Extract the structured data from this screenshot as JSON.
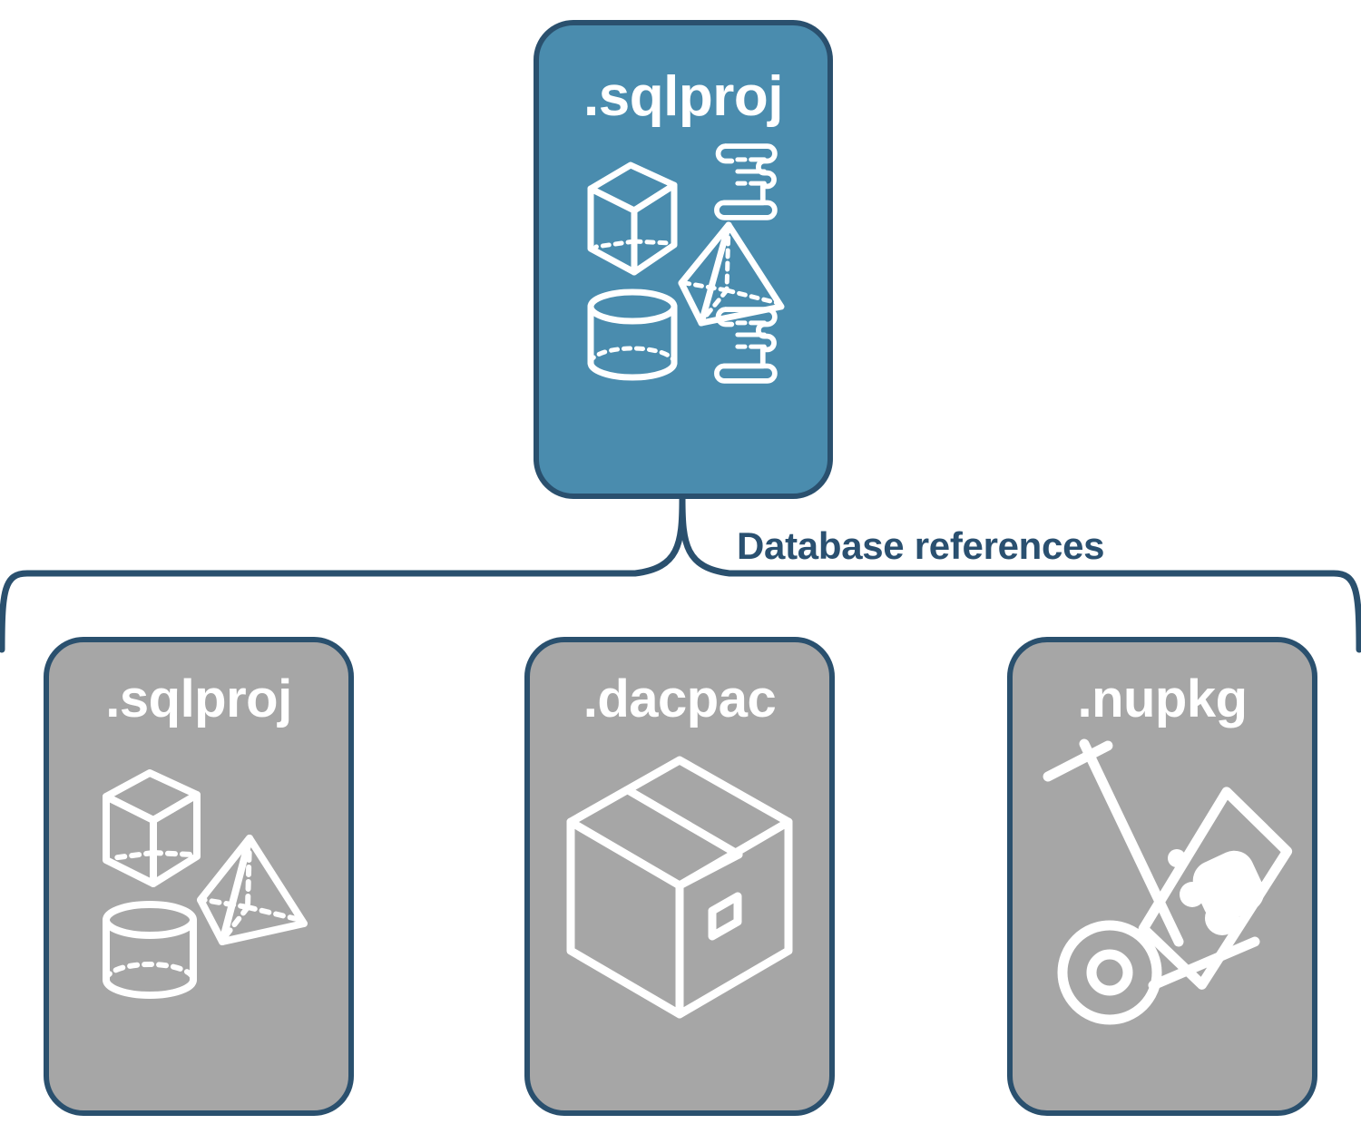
{
  "diagram": {
    "title_root": ".sqlproj",
    "connector_label": "Database references",
    "colors": {
      "primary_fill": "#4a8cae",
      "secondary_fill": "#a6a6a6",
      "stroke": "#2a506e",
      "label_text": "#2a5070",
      "icon_stroke": "#ffffff",
      "background": "#ffffff"
    }
  },
  "root_node": {
    "label": ".sqlproj",
    "icons": [
      "wireframe-cube-icon",
      "wireframe-pyramid-icon",
      "wireframe-cylinder-icon",
      "scroll-icon",
      "scroll-icon"
    ]
  },
  "references": [
    {
      "id": "sqlproj",
      "label": ".sqlproj",
      "icons": [
        "wireframe-cube-icon",
        "wireframe-pyramid-icon",
        "wireframe-cylinder-icon"
      ]
    },
    {
      "id": "dacpac",
      "label": ".dacpac",
      "icons": [
        "package-box-icon"
      ]
    },
    {
      "id": "nupkg",
      "label": ".nupkg",
      "icons": [
        "hand-truck-package-icon"
      ]
    }
  ]
}
